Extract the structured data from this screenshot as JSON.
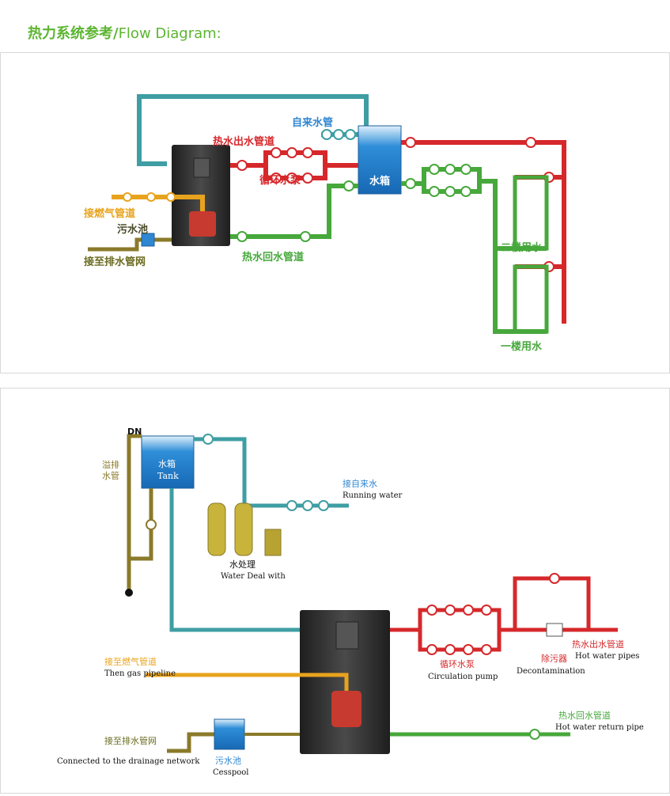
{
  "heading": {
    "zh": "热力系统参考/",
    "en": "Flow Diagram:"
  },
  "diagram1": {
    "labels": {
      "tap_water": "自来水管",
      "hot_out": "热水出水管道",
      "circ_pump": "循环水泵",
      "tank": "水箱",
      "gas": "接燃气管道",
      "cesspool": "污水池",
      "drain": "接至排水管网",
      "hot_return": "热水回水管道",
      "floor2": "二楼用水",
      "floor1": "一楼用水"
    }
  },
  "diagram2": {
    "labels": {
      "dn": "DN",
      "overflow1": "溢排",
      "overflow2": "水管",
      "tank_zh": "水箱",
      "tank_en": "Tank",
      "running_zh": "接自来水",
      "running_en": "Running water",
      "wt_zh": "水处理",
      "wt_en": "Water Deal with",
      "gas_zh": "接至燃气管道",
      "gas_en": "Then gas pipeline",
      "drain_zh": "接至排水管网",
      "drain_en": "Connected to the drainage network",
      "cess_zh": "污水池",
      "cess_en": "Cesspool",
      "circ_zh": "循环水泵",
      "circ_en": "Circulation pump",
      "decon_zh": "除污器",
      "decon_en": "Decontamination",
      "hot_zh": "热水出水管道",
      "hot_en": "Hot water pipes",
      "ret_zh": "热水回水管道",
      "ret_en": "Hot water return pipe"
    }
  },
  "colors": {
    "green_heading": "#5cb531",
    "hot_pipe": "#d6282b",
    "return_pipe": "#47a83c",
    "cold_pipe": "#3e9ea3",
    "gas_pipe": "#e8a31d",
    "drain_pipe": "#8a7a2a",
    "boiler": "#3a3a3a",
    "tank": "#2f86d1"
  }
}
